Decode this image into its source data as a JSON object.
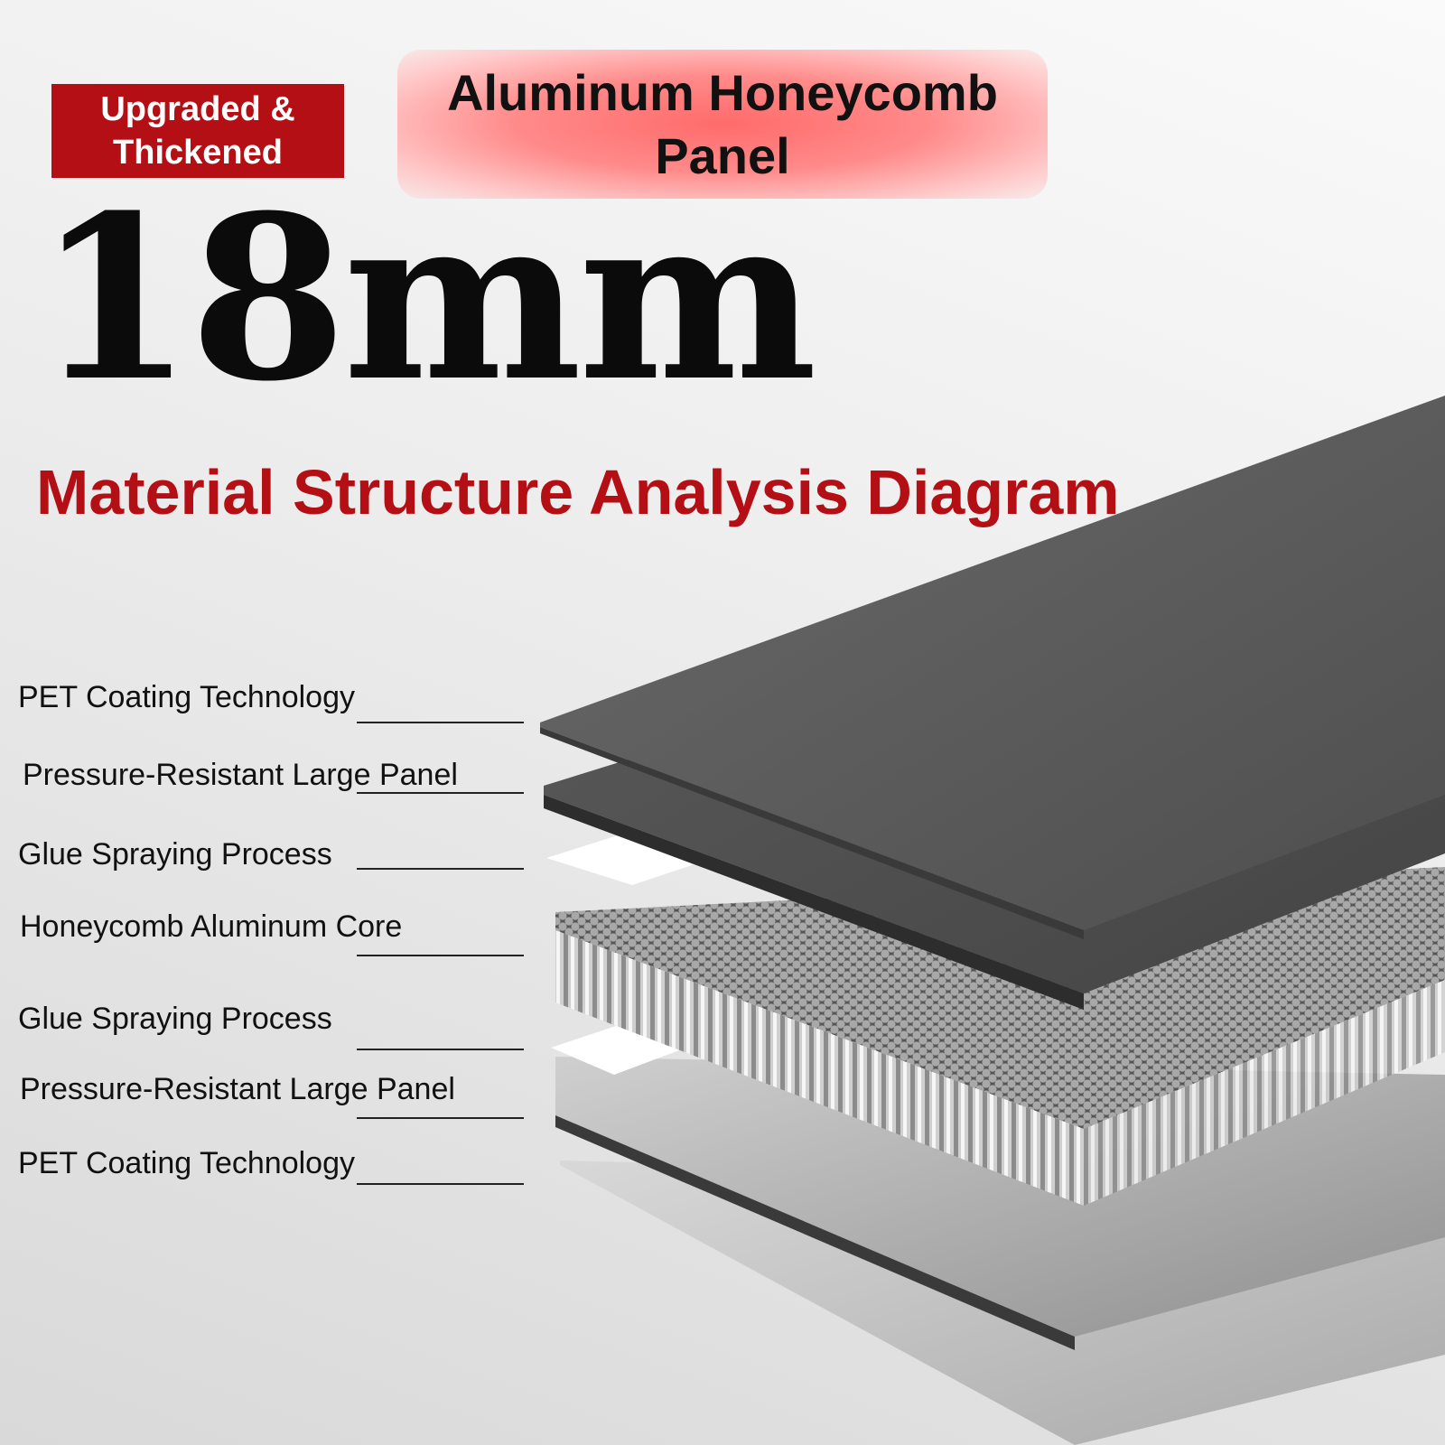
{
  "badge": {
    "line1": "Upgraded &",
    "line2": "Thickened"
  },
  "hero": {
    "line1": "Aluminum Honeycomb",
    "line2": "Panel"
  },
  "thickness": "18mm",
  "subtitle": "Material Structure Analysis Diagram",
  "layers": [
    "PET Coating Technology",
    "Pressure-Resistant Large Panel",
    "Glue Spraying Process",
    "Honeycomb Aluminum Core",
    "Glue Spraying Process",
    "Pressure-Resistant Large Panel",
    "PET Coating Technology"
  ],
  "colors": {
    "accent": "#b30f14",
    "panel_dark": "#5a5a5a",
    "panel_light": "#bdbdbd"
  }
}
